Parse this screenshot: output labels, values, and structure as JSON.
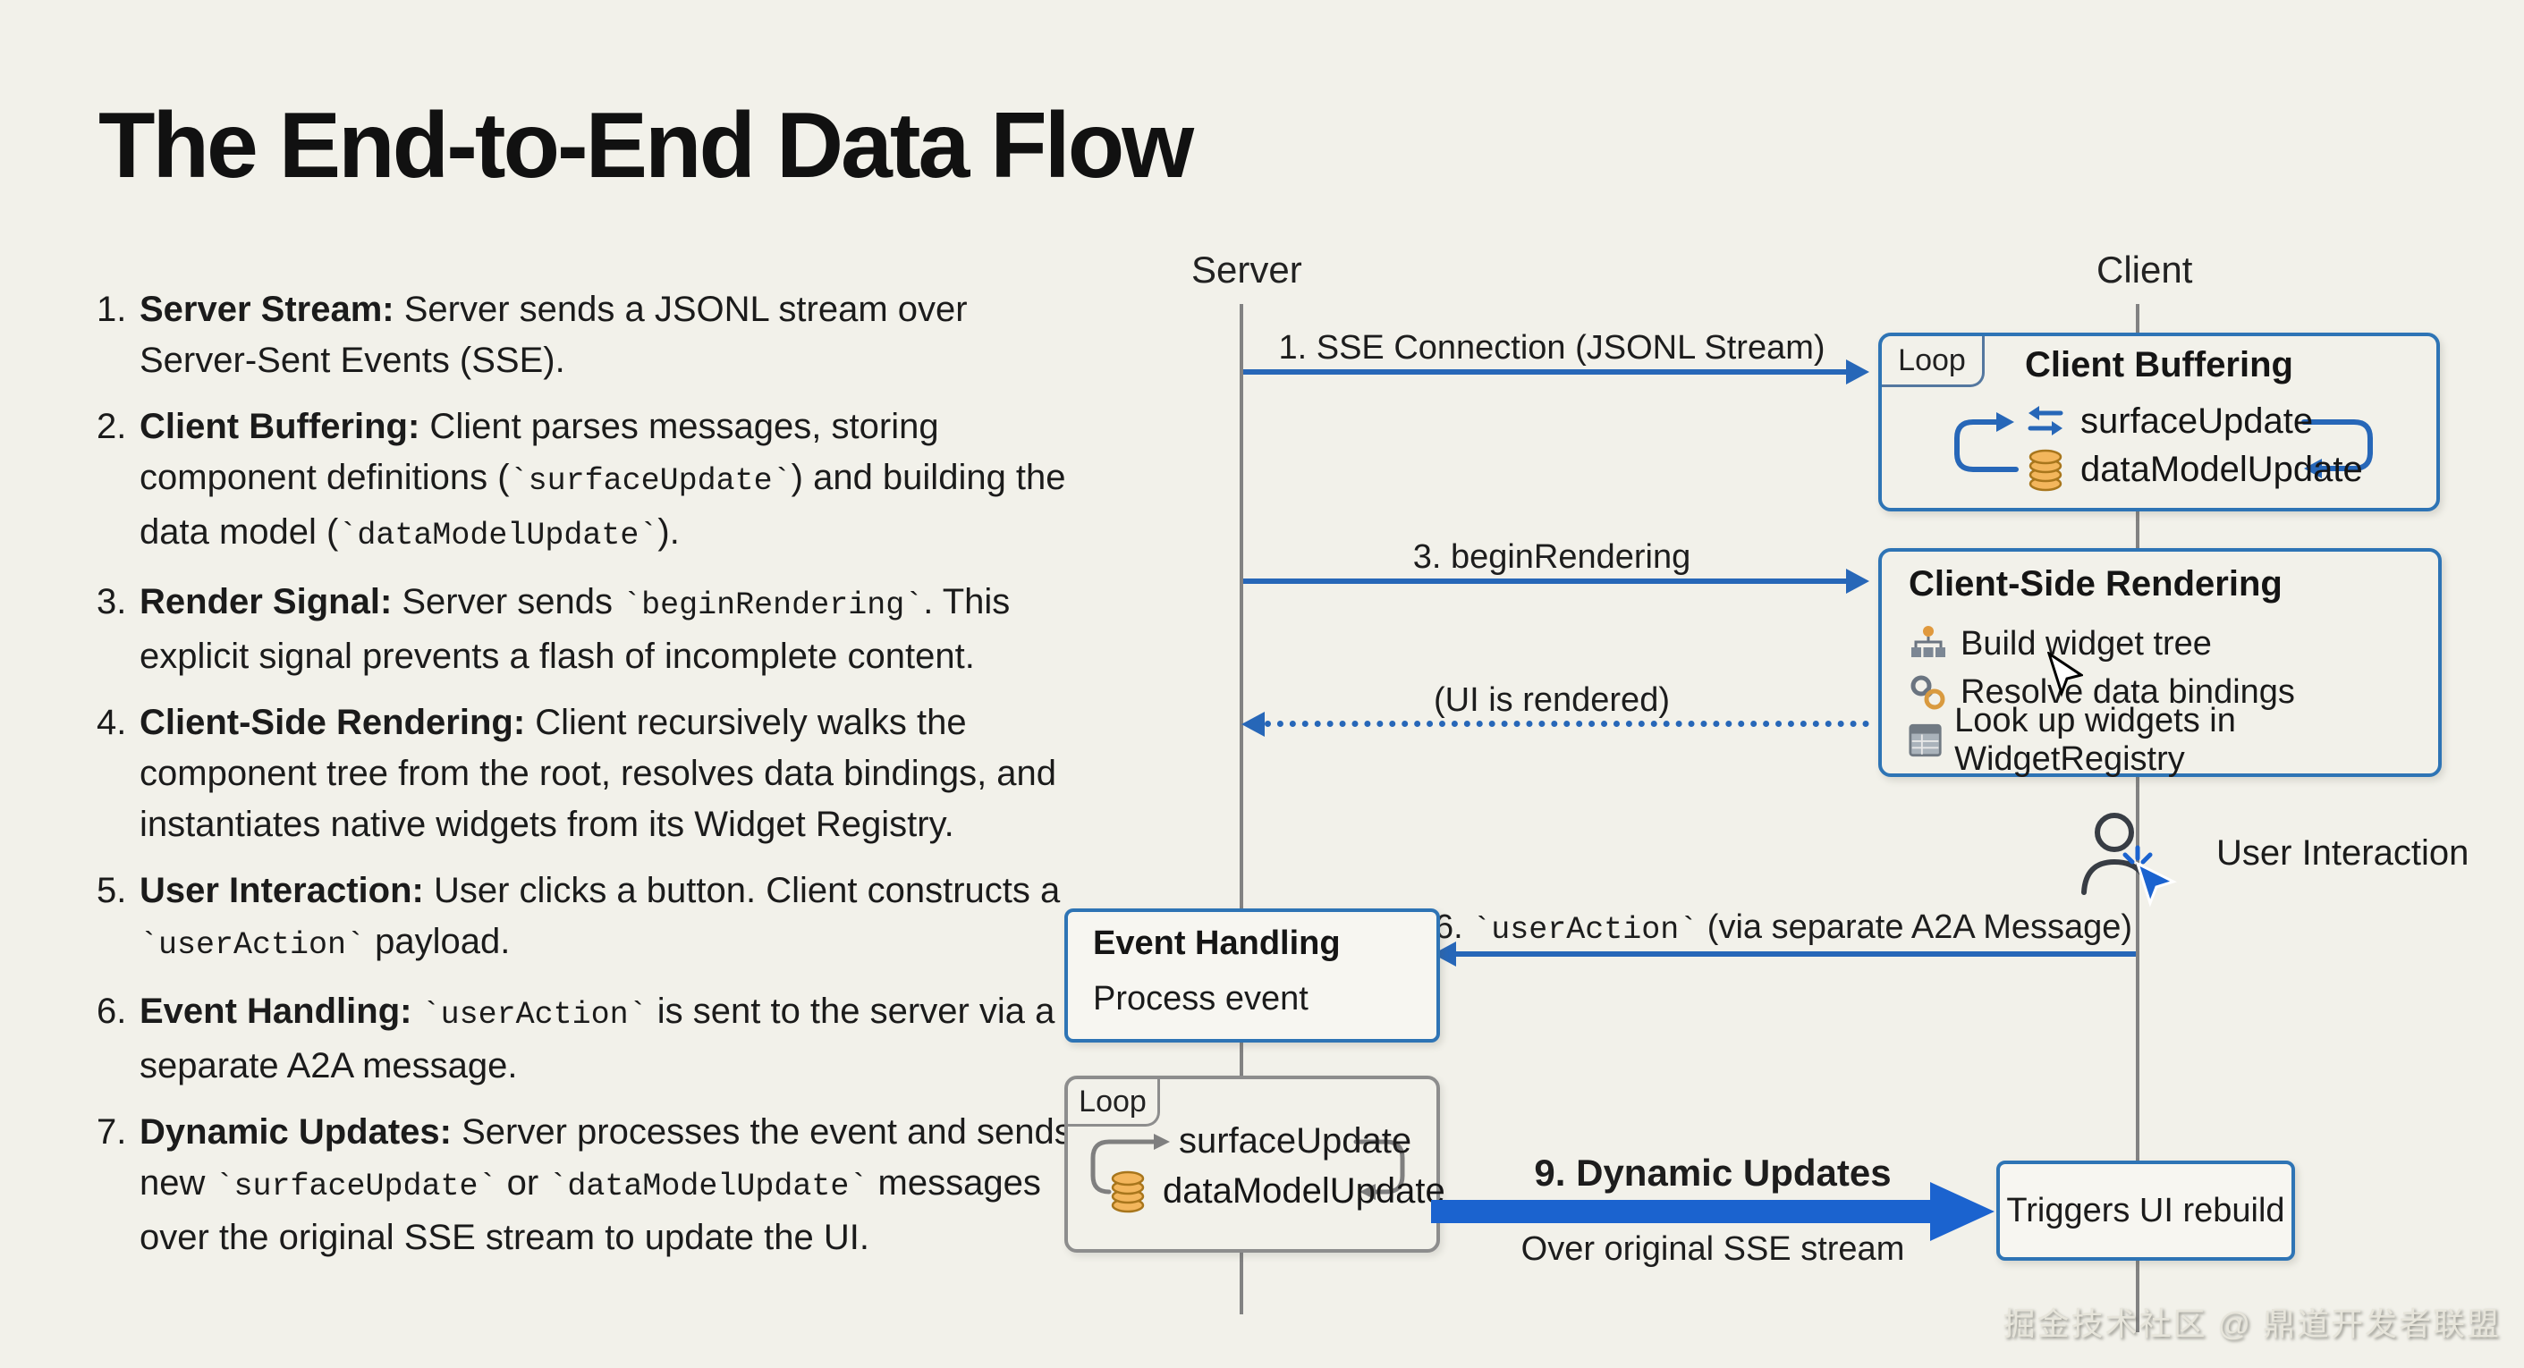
{
  "title": "The End-to-End Data Flow",
  "steps": [
    {
      "num": "1.",
      "segments": [
        {
          "b": "Server Stream:"
        },
        {
          "t": " Server sends a JSONL stream over Server-Sent Events (SSE)."
        }
      ]
    },
    {
      "num": "2.",
      "segments": [
        {
          "b": "Client Buffering:"
        },
        {
          "t": " Client parses messages, storing component definitions ("
        },
        {
          "c": "`surfaceUpdate`"
        },
        {
          "t": ") and building the data model ("
        },
        {
          "c": "`dataModelUpdate`"
        },
        {
          "t": ")."
        }
      ]
    },
    {
      "num": "3.",
      "segments": [
        {
          "b": "Render Signal:"
        },
        {
          "t": " Server sends "
        },
        {
          "c": "`beginRendering`"
        },
        {
          "t": ". This explicit signal prevents a flash of incomplete content."
        }
      ]
    },
    {
      "num": "4.",
      "segments": [
        {
          "b": "Client-Side Rendering:"
        },
        {
          "t": " Client recursively walks the component tree from the root, resolves data bindings, and instantiates native widgets from its Widget Registry."
        }
      ]
    },
    {
      "num": "5.",
      "segments": [
        {
          "b": "User Interaction:"
        },
        {
          "t": " User clicks a button. Client constructs a "
        },
        {
          "c": "`userAction`"
        },
        {
          "t": " payload."
        }
      ]
    },
    {
      "num": "6.",
      "segments": [
        {
          "b": "Event Handling:"
        },
        {
          "t": " "
        },
        {
          "c": "`userAction`"
        },
        {
          "t": " is sent to the server via a separate A2A message."
        }
      ]
    },
    {
      "num": "7.",
      "segments": [
        {
          "b": "Dynamic Updates:"
        },
        {
          "t": " Server processes the event and sends new "
        },
        {
          "c": "`surfaceUpdate`"
        },
        {
          "t": " or "
        },
        {
          "c": "`dataModelUpdate`"
        },
        {
          "t": " messages over the original SSE stream to update the UI."
        }
      ]
    }
  ],
  "diagram": {
    "lifelines": {
      "server": "Server",
      "client": "Client"
    },
    "messages": {
      "m1": {
        "label": "1. SSE Connection (JSONL Stream)"
      },
      "m3": {
        "label": "3. beginRendering"
      },
      "ui_rendered": {
        "label": "(UI is rendered)"
      },
      "m6": {
        "segments": [
          {
            "t": "6. "
          },
          {
            "c": "`userAction`"
          },
          {
            "t": " (via separate A2A Message)"
          }
        ]
      },
      "m9": {
        "label": "9. Dynamic Updates",
        "sublabel": "Over original SSE stream"
      }
    },
    "boxes": {
      "client_buffering": {
        "tag": "Loop",
        "title": "Client Buffering",
        "rows": [
          {
            "icon": "swap-icon",
            "label": "surfaceUpdate"
          },
          {
            "icon": "database-icon",
            "label": "dataModelUpdate"
          }
        ]
      },
      "client_side_rendering": {
        "title": "Client-Side Rendering",
        "items": [
          {
            "icon": "widget-tree-icon",
            "label": "Build widget tree"
          },
          {
            "icon": "data-binding-link-icon",
            "label": "Resolve data bindings"
          },
          {
            "icon": "widget-registry-icon",
            "label": "Look up widgets in WidgetRegistry"
          }
        ]
      },
      "event_handling": {
        "title": "Event Handling",
        "subtitle": "Process event"
      },
      "server_loop": {
        "tag": "Loop",
        "rows": [
          {
            "icon": null,
            "label": "surfaceUpdate"
          },
          {
            "icon": "database-icon",
            "label": "dataModelUpdate"
          }
        ]
      },
      "triggers_ui_rebuild": {
        "label": "Triggers UI rebuild"
      },
      "user_interaction": {
        "label": "User Interaction"
      }
    }
  },
  "watermark": "掘金技术社区 @ 鼎道开发者联盟",
  "colors": {
    "background": "#f2f1ea",
    "blue_border": "#2e74b5",
    "arrow_blue": "#2767b8",
    "thick_arrow_blue": "#1b63cf",
    "gray_line": "#828282",
    "db_orange": "#f3b65c"
  }
}
